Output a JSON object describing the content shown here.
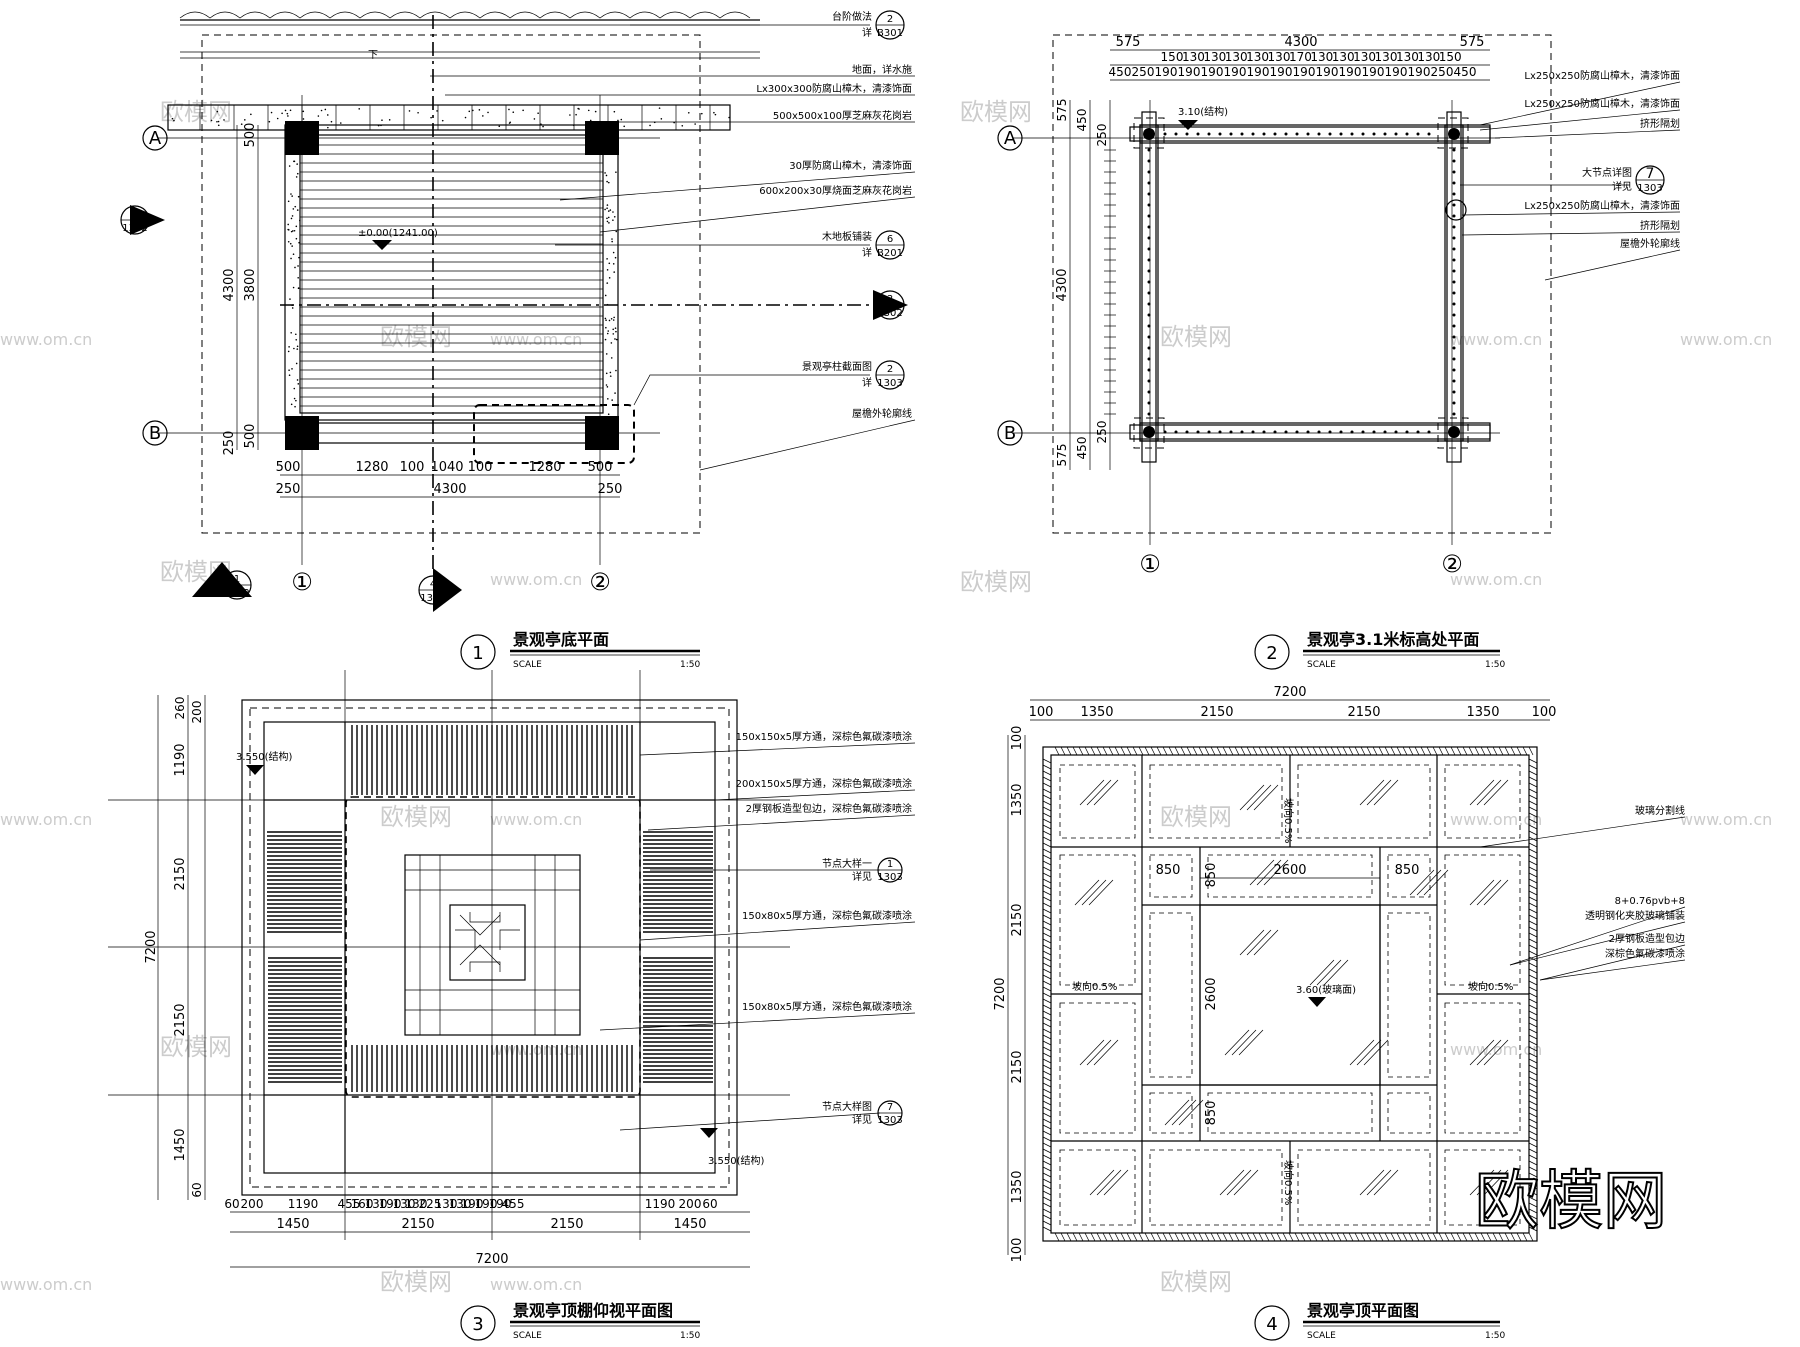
{
  "watermark": {
    "brand": "欧模网",
    "domain": "www.om.cn",
    "domain_short": "om.cn"
  },
  "drawings": [
    {
      "number": "1",
      "title": "景观亭底平面",
      "scale_label": "SCALE",
      "scale": "1:50",
      "axes": {
        "row_a": "A",
        "row_b": "B",
        "col_1": "①",
        "col_2": "②"
      },
      "dims_bottom": [
        "500",
        "1280",
        "100",
        "1040",
        "100",
        "1280",
        "500"
      ],
      "dims_bottom2": [
        "250",
        "4300",
        "250"
      ],
      "dims_left_outer": "4300",
      "dims_left_inner": "3800",
      "dims_left_small": [
        "500",
        "500",
        "250"
      ],
      "elevation": "±0.00(1241.00)",
      "callouts": [
        {
          "label": "台阶做法",
          "num": "2",
          "ref": "B301",
          "pre": "详"
        },
        {
          "label": "6",
          "num": "6",
          "ref": "B201",
          "pre": "详"
        },
        {
          "label": "3",
          "num": "3",
          "ref": "1302"
        },
        {
          "label": "2",
          "num": "2",
          "ref": "1302"
        },
        {
          "label": "1",
          "num": "1",
          "ref": "1302"
        },
        {
          "label": "4",
          "num": "4",
          "ref": "1302"
        },
        {
          "label": "景观亭柱截面图",
          "num": "2",
          "ref": "1303",
          "pre": "详"
        }
      ],
      "notes": [
        "地面，详水施",
        "Lx300x300防腐山樟木，清漆饰面",
        "500x500x100厚芝麻灰花岗岩",
        "30厚防腐山樟木，清漆饰面",
        "600x200x30厚烧面芝麻灰花岗岩",
        "木地板铺装",
        "屋檐外轮廓线"
      ],
      "misc": "下"
    },
    {
      "number": "2",
      "title": "景观亭3.1米标高处平面",
      "scale_label": "SCALE",
      "scale": "1:50",
      "axes": {
        "row_a": "A",
        "row_b": "B",
        "col_1": "①",
        "col_2": "②"
      },
      "dims_top1": [
        "575",
        "4300",
        "575"
      ],
      "dims_top2": [
        "150",
        "130",
        "130",
        "130",
        "130",
        "130",
        "170",
        "130",
        "130",
        "130",
        "130",
        "130",
        "130",
        "150"
      ],
      "dims_top3": [
        "450",
        "250",
        "190",
        "190",
        "190",
        "190",
        "190",
        "190",
        "190",
        "190",
        "190",
        "190",
        "190",
        "190",
        "250",
        "450"
      ],
      "dims_left_outer": "4300",
      "dims_left_small": [
        "575",
        "450",
        "250",
        "575",
        "450",
        "250"
      ],
      "elevation": "3.10(结构)",
      "callouts": [
        {
          "label": "大节点详图",
          "num": "7",
          "ref": "1303",
          "pre": "详见"
        }
      ],
      "notes": [
        "Lx250x250防腐山樟木，清漆饰面",
        "Lx250x250防腐山樟木，清漆饰面",
        "挤形隔划",
        "Lx250x250防腐山樟木，清漆饰面",
        "挤形隔划",
        "屋檐外轮廓线"
      ]
    },
    {
      "number": "3",
      "title": "景观亭顶棚仰视平面图",
      "scale_label": "SCALE",
      "scale": "1:50",
      "dims_bottom1": [
        "60",
        "200",
        "1190",
        "455",
        "160",
        "130",
        "190",
        "130",
        "130",
        "225",
        "130",
        "130",
        "190",
        "190",
        "190",
        "455",
        "1190",
        "200",
        "60"
      ],
      "dims_bottom2": [
        "1450",
        "2150",
        "2150",
        "1450"
      ],
      "dims_bottom3": "7200",
      "dims_left": [
        "1190",
        "2150",
        "2150",
        "1450"
      ],
      "dims_left_outer": "7200",
      "dims_left_small": [
        "260",
        "200",
        "60"
      ],
      "elevations": [
        "3.550(结构)",
        "3.550(结构)"
      ],
      "callouts": [
        {
          "label": "节点大样一",
          "num": "1",
          "ref": "1303",
          "pre": "详见"
        },
        {
          "label": "节点大样图",
          "num": "7",
          "ref": "1303",
          "pre": "详见"
        }
      ],
      "notes": [
        "150x150x5厚方通，深棕色氟碳漆喷涂",
        "200x150x5厚方通，深棕色氟碳漆喷涂",
        "2厚钢板造型包边，深棕色氟碳漆喷涂",
        "150x80x5厚方通，深棕色氟碳漆喷涂",
        "150x80x5厚方通，深棕色氟碳漆喷涂"
      ]
    },
    {
      "number": "4",
      "title": "景观亭顶平面图",
      "scale_label": "SCALE",
      "scale": "1:50",
      "dims_top": [
        "100",
        "1350",
        "2150",
        "2150",
        "1350",
        "100"
      ],
      "dims_top_total": "7200",
      "dims_inner": [
        "850",
        "2600",
        "850"
      ],
      "dims_inner_v": [
        "850",
        "2600",
        "850"
      ],
      "dims_left": [
        "100",
        "1350",
        "2150",
        "2150",
        "1350",
        "100"
      ],
      "dims_left_total": "7200",
      "elevation": "3.60(玻璃面)",
      "slopes": [
        "坡向0.5%",
        "坡向0.5%",
        "坡向0.5%",
        "坡向0.5%"
      ],
      "notes": [
        "玻璃分割线",
        "8+0.76pvb+8",
        "透明钢化夹胶玻璃铺装",
        "2厚钢板造型包边",
        "深棕色氟碳漆喷涂"
      ]
    }
  ]
}
